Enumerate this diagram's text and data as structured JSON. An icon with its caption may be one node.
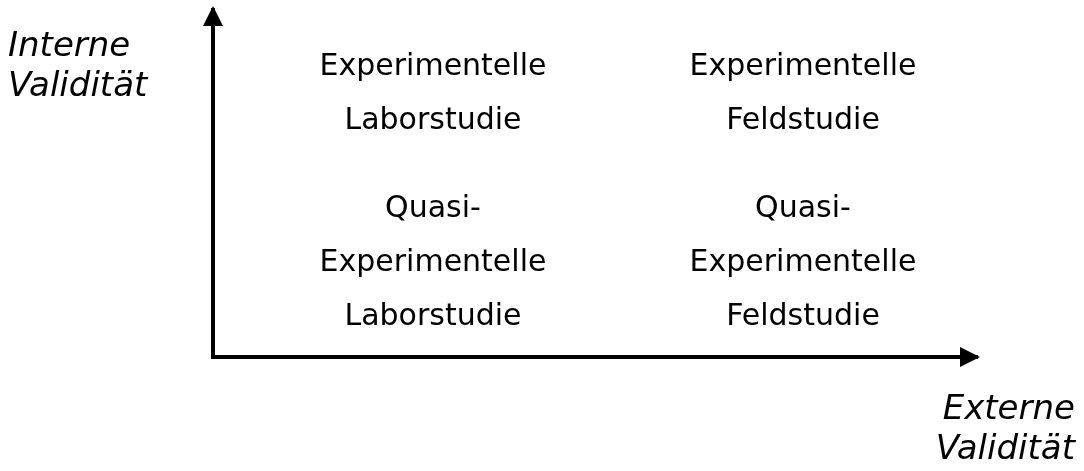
{
  "diagram": {
    "labels": [
      "Interne Validität",
      "Experimentelle Laborstudie",
      "Experimentelle Feldstudie",
      "Quasi-Experimentelle Laborstudie",
      "Quasi-Experimentelle Feldstudie",
      "Externe Validität"
    ]
  }
}
